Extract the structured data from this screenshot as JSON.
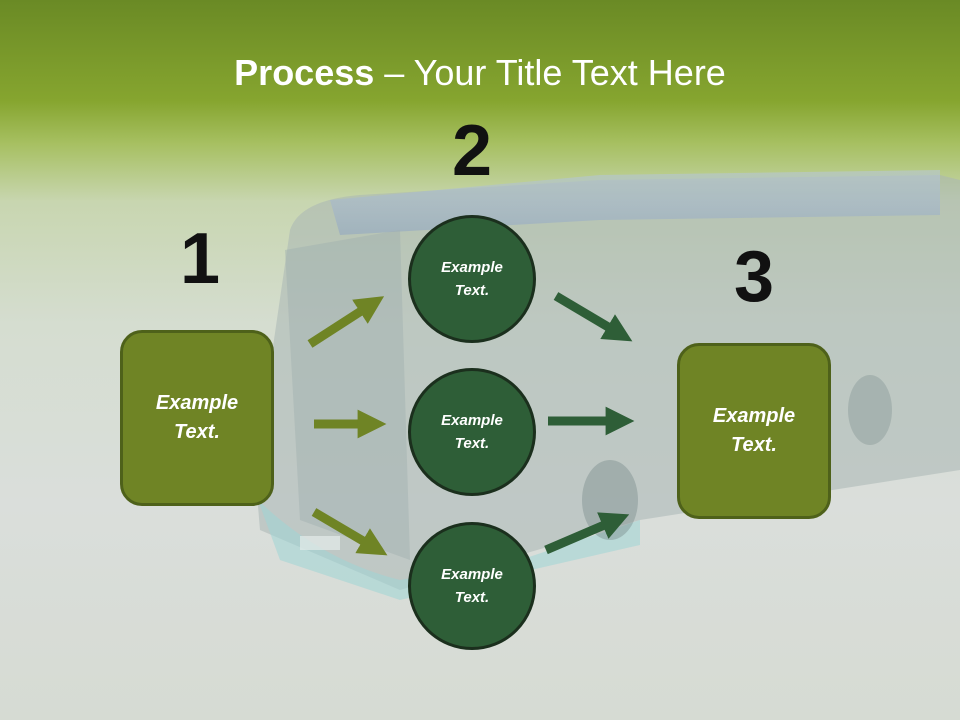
{
  "title": {
    "bold": "Process",
    "rest": " – Your Title Text Here"
  },
  "steps": [
    {
      "number": "1",
      "text_line1": "Example",
      "text_line2": "Text."
    },
    {
      "number": "2"
    },
    {
      "number": "3",
      "text_line1": "Example",
      "text_line2": "Text."
    }
  ],
  "circles": [
    {
      "text_line1": "Example",
      "text_line2": "Text."
    },
    {
      "text_line1": "Example",
      "text_line2": "Text."
    },
    {
      "text_line1": "Example",
      "text_line2": "Text."
    }
  ],
  "colors": {
    "box": "#6f8425",
    "circle": "#2e5e37",
    "arrow_left": "#6f8425",
    "arrow_right": "#2e5e37"
  }
}
